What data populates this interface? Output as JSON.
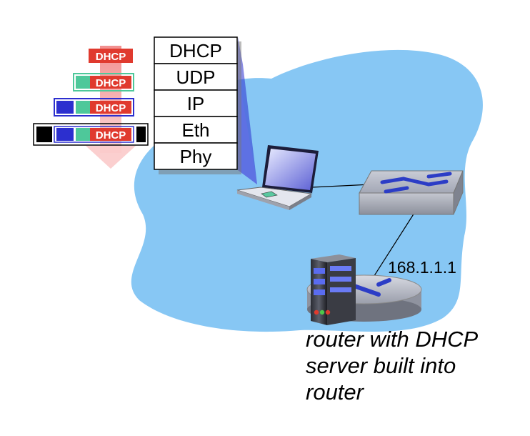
{
  "protocol_stack": [
    "DHCP",
    "UDP",
    "IP",
    "Eth",
    "Phy"
  ],
  "packet_label": "DHCP",
  "router_ip": "168.1.1.1",
  "caption_lines": [
    "router with DHCP",
    "server built into",
    "router"
  ],
  "colors": {
    "network_cloud": "#87c7f4",
    "dhcp_header": "#e03a2e",
    "udp_header": "#4ec89a",
    "ip_header": "#2c2fcf",
    "eth_header": "#000000",
    "arrow": "#f4a8a8"
  }
}
